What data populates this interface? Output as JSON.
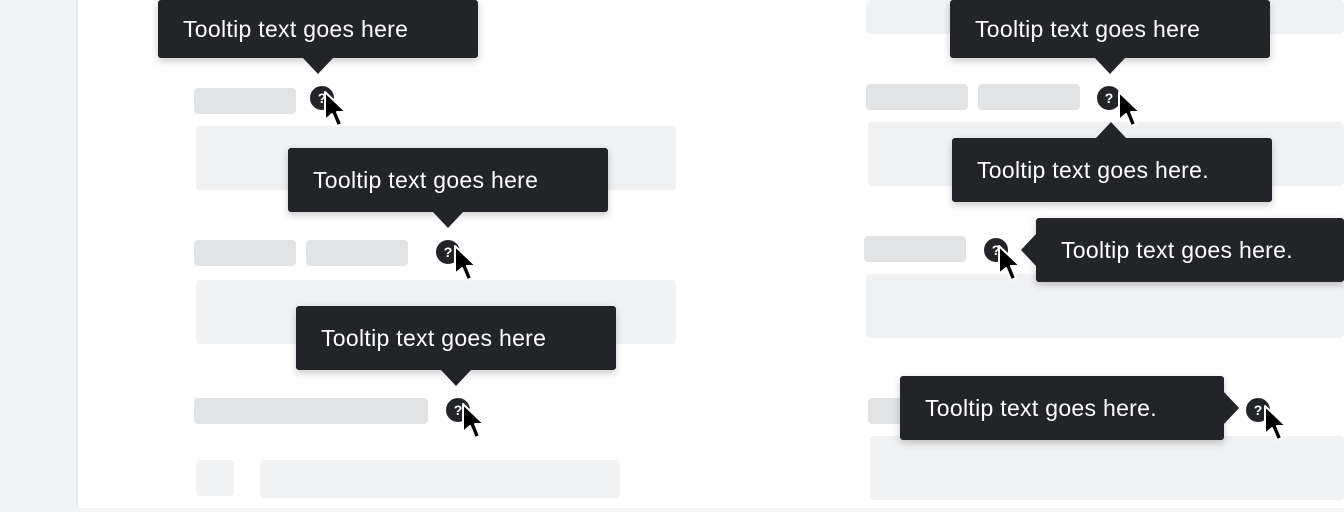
{
  "help_icon_glyph": "?",
  "colors": {
    "tooltip_background": "#222427",
    "tooltip_text": "#ffffff",
    "label_placeholder": "#e1e3e4",
    "field_placeholder": "#f1f2f3",
    "page_background": "#f2f3f4"
  },
  "tooltips": [
    {
      "text": "Tooltip text goes here",
      "placement": "top"
    },
    {
      "text": "Tooltip text goes here",
      "placement": "top"
    },
    {
      "text": "Tooltip text goes here",
      "placement": "top"
    },
    {
      "text": "Tooltip text goes here",
      "placement": "top"
    },
    {
      "text": "Tooltip text goes here.",
      "placement": "bottom"
    },
    {
      "text": "Tooltip text goes here.",
      "placement": "right"
    },
    {
      "text": "Tooltip text goes here.",
      "placement": "left"
    }
  ],
  "icons": {
    "help": "question-circle-icon",
    "cursor": "mouse-pointer-icon"
  }
}
